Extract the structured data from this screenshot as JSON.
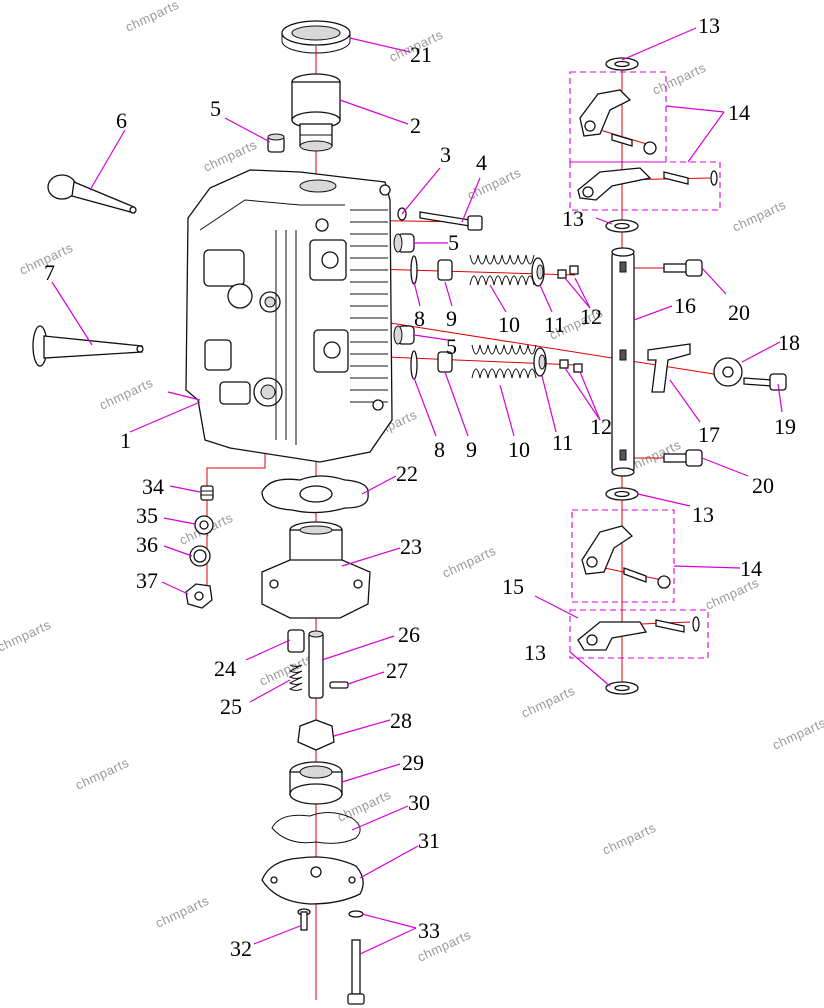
{
  "diagram": {
    "watermark": "chmparts",
    "callouts": {
      "c1": "1",
      "c2": "2",
      "c3": "3",
      "c4": "4",
      "c5a": "5",
      "c5b": "5",
      "c5c": "5",
      "c6": "6",
      "c7": "7",
      "c8a": "8",
      "c8b": "8",
      "c9a": "9",
      "c9b": "9",
      "c10a": "10",
      "c10b": "10",
      "c11a": "11",
      "c11b": "11",
      "c12a": "12",
      "c12b": "12",
      "c13a": "13",
      "c13b": "13",
      "c13c": "13",
      "c13d": "13",
      "c14a": "14",
      "c14b": "14",
      "c15": "15",
      "c16": "16",
      "c17": "17",
      "c18": "18",
      "c19": "19",
      "c20a": "20",
      "c20b": "20",
      "c21": "21",
      "c22": "22",
      "c23": "23",
      "c24": "24",
      "c25": "25",
      "c26": "26",
      "c27": "27",
      "c28": "28",
      "c29": "29",
      "c30": "30",
      "c31": "31",
      "c32": "32",
      "c33": "33",
      "c34": "34",
      "c35": "35",
      "c36": "36",
      "c37": "37"
    }
  }
}
